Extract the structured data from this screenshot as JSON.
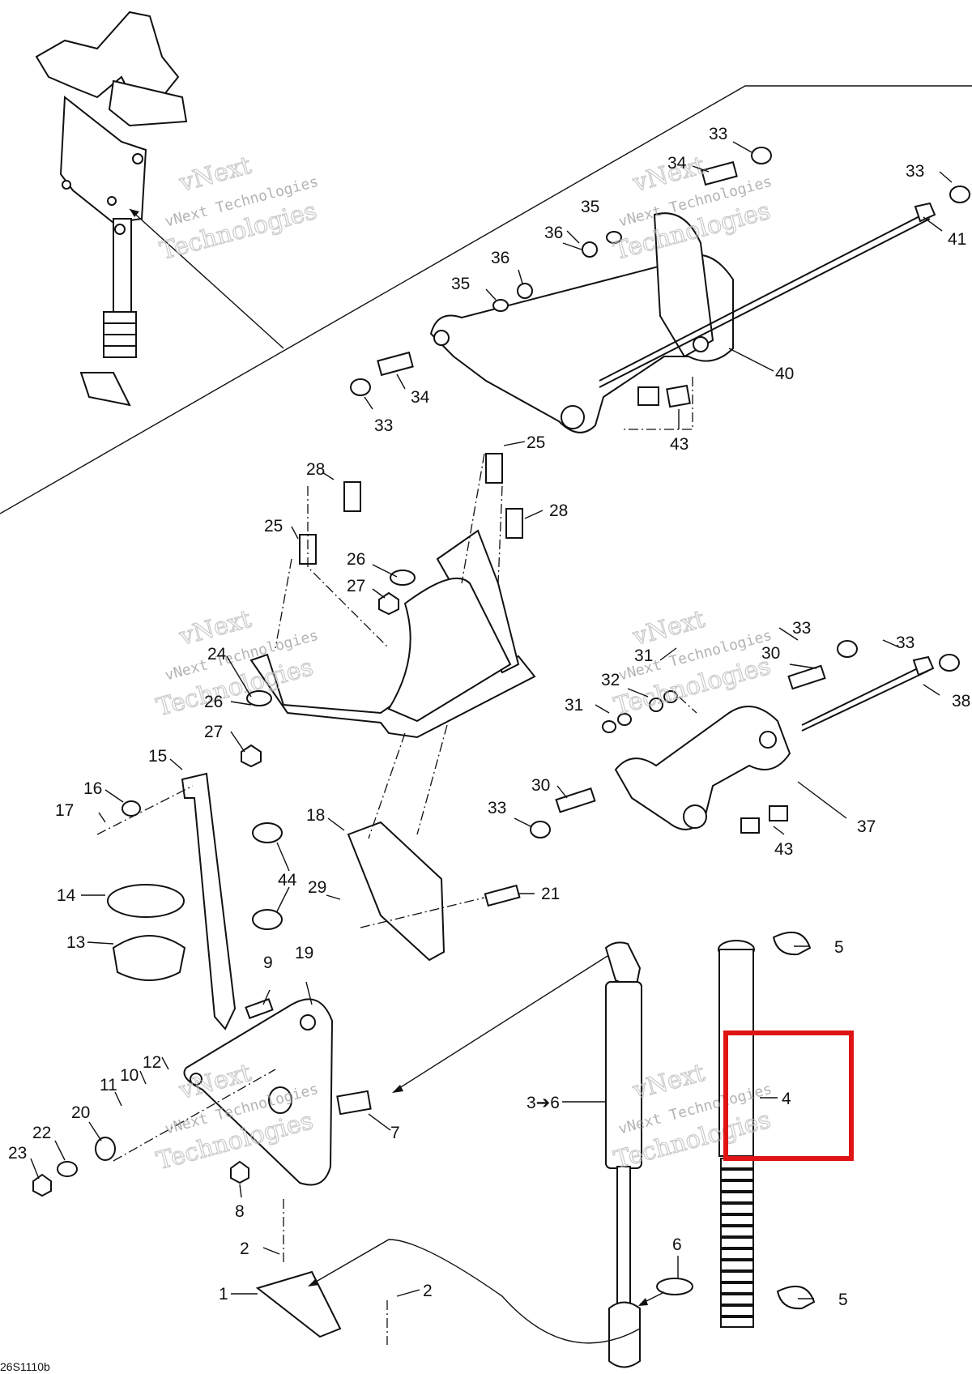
{
  "watermark": {
    "line1": "vNext",
    "line2": "vNext Technologies",
    "line3": "Technologies"
  },
  "reference_code": "26S1110b",
  "callouts": {
    "c1": "1",
    "c2a": "2",
    "c2b": "2",
    "c36": "3➔6",
    "c4": "4",
    "c5a": "5",
    "c5b": "5",
    "c6": "6",
    "c7": "7",
    "c8": "8",
    "c9": "9",
    "c10": "10",
    "c11": "11",
    "c12": "12",
    "c13": "13",
    "c14": "14",
    "c15": "15",
    "c16": "16",
    "c17": "17",
    "c18": "18",
    "c19": "19",
    "c20": "20",
    "c21": "21",
    "c22": "22",
    "c23": "23",
    "c24": "24",
    "c25a": "25",
    "c25b": "25",
    "c26a": "26",
    "c26b": "26",
    "c27a": "27",
    "c27b": "27",
    "c28a": "28",
    "c28b": "28",
    "c29": "29",
    "c30a": "30",
    "c30b": "30",
    "c31a": "31",
    "c31b": "31",
    "c32": "32",
    "c33a": "33",
    "c33b": "33",
    "c33c": "33",
    "c33d": "33",
    "c33e": "33",
    "c33f": "33",
    "c34a": "34",
    "c34b": "34",
    "c35a": "35",
    "c35b": "35",
    "c36a": "36",
    "c36b": "36",
    "c37": "37",
    "c38": "38",
    "c40": "40",
    "c41": "41",
    "c43a": "43",
    "c43b": "43",
    "c44": "44"
  },
  "highlight": {
    "color": "#e01414",
    "target_callout": "4"
  }
}
